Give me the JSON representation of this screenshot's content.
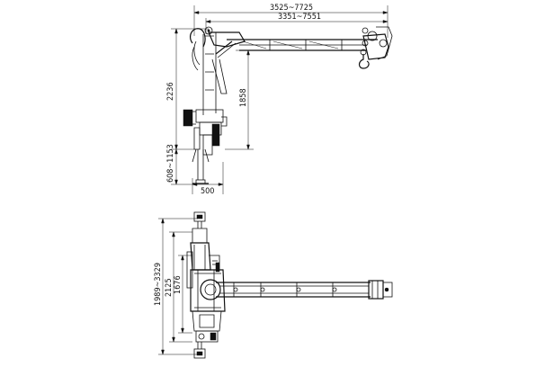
{
  "side_view": {
    "dim_overall_reach": "3525~7725",
    "dim_boom_reach": "3351~7551",
    "dim_total_height": "2236",
    "dim_boom_height": "1858",
    "dim_leg_height": "608~1153",
    "dim_base_width": "500"
  },
  "top_view": {
    "dim_outrigger_span": "1989~3329",
    "dim_base_a": "2125",
    "dim_base_b": "1676"
  }
}
